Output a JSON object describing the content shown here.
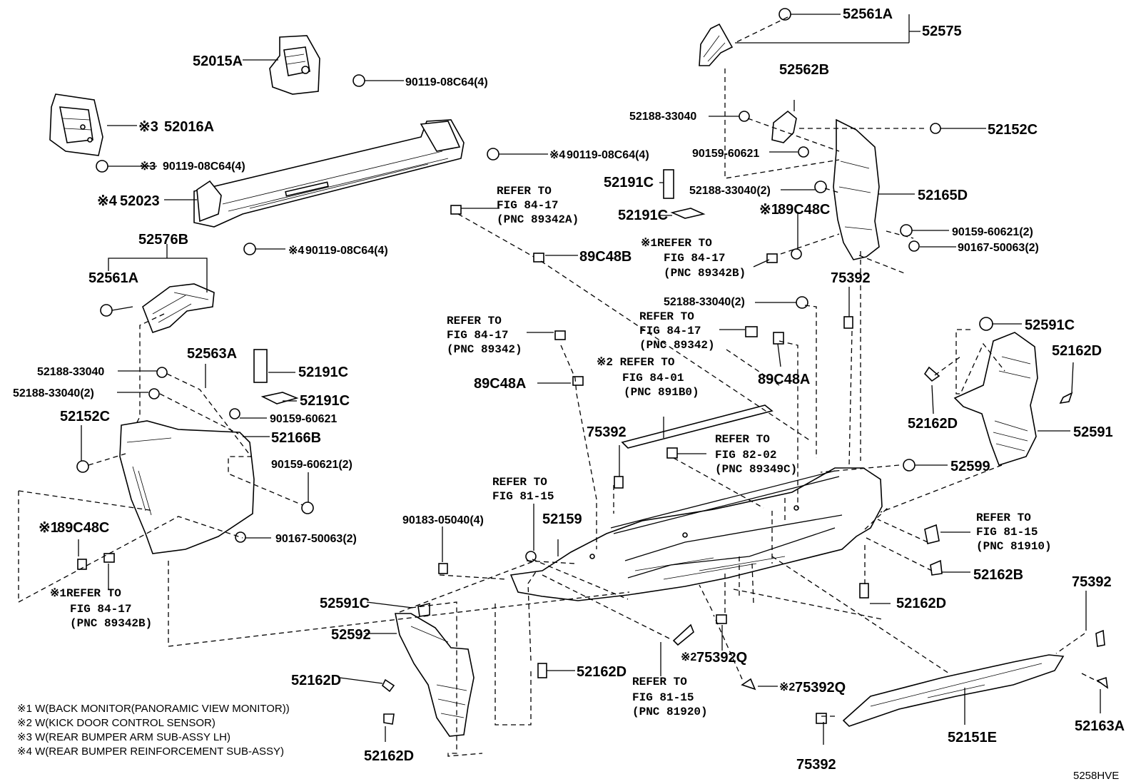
{
  "labels": {
    "p52561A_top": "52561A",
    "p52575": "52575",
    "p52015A": "52015A",
    "p9011908C64_a": "90119-08C64(4)",
    "p52562B": "52562B",
    "p52188_33040_a": "52188-33040",
    "p52152C_top": "52152C",
    "p52016A": "52016A",
    "m3_a": "※3",
    "p90159_60621_a": "90159-60621",
    "p9011908C64_b": "90119-08C64(4)",
    "m4_a": "※4",
    "p9011908C64_c": "90119-08C64(4)",
    "m3_b": "※3",
    "p52191C_a": "52191C",
    "p52188_33040_2a": "52188-33040(2)",
    "p52165D": "52165D",
    "p52023": "52023",
    "m4_b": "※4",
    "p52191C_b": "52191C",
    "p89C48C_top": "89C48C",
    "m1_a": "※1",
    "p90159_60621_2a": "90159-60621(2)",
    "p9011908C64_d": "90119-08C64(4)",
    "m4_c": "※4",
    "p90167_50063_2a": "90167-50063(2)",
    "p52576B": "52576B",
    "p89C48B": "89C48B",
    "p52561A_left": "52561A",
    "p75392_a": "75392",
    "p52188_33040_2b": "52188-33040(2)",
    "p52591C_right": "52591C",
    "p52162D_r1": "52162D",
    "p89C48A_right": "89C48A",
    "p52188_33040_b": "52188-33040",
    "p52563A": "52563A",
    "p52191C_c": "52191C",
    "p52188_33040_2c": "52188-33040(2)",
    "p52191C_d": "52191C",
    "p89C48A_left": "89C48A",
    "p90159_60621_b": "90159-60621",
    "p52152C_left": "52152C",
    "p52166B": "52166B",
    "p52162D_r2": "52162D",
    "p52591": "52591",
    "p75392_b": "75392",
    "p90159_60621_2b": "90159-60621(2)",
    "p52599": "52599",
    "p89C48C_left": "89C48C",
    "m1_b": "※1",
    "p90183_05040": "90183-05040(4)",
    "p52159": "52159",
    "p90167_50063_2b": "90167-50063(2)",
    "p52162B": "52162B",
    "p52162D_mid": "52162D",
    "p52591C_bottom": "52591C",
    "p75392_right": "75392",
    "p52592": "52592",
    "p75392Q_a": "75392Q",
    "m2_a": "※2",
    "p52162D_b1": "52162D",
    "p52162D_b2": "52162D",
    "p75392Q_b": "75392Q",
    "m2_b": "※2",
    "p52162D_b3": "52162D",
    "p52151E": "52151E",
    "p52163A": "52163A",
    "p75392_bottom": "75392",
    "diagram_code": "5258HVE"
  },
  "refs": {
    "r1": [
      "REFER TO",
      "FIG 84-17",
      "(PNC 89342A)"
    ],
    "r2": [
      "※1REFER TO",
      "FIG 84-17",
      "(PNC 89342B)"
    ],
    "r3": [
      "REFER TO",
      "FIG 84-17",
      "(PNC 89342)"
    ],
    "r4": [
      "REFER TO",
      "FIG 84-17",
      "(PNC 89342)"
    ],
    "r5": [
      "※2 REFER TO",
      "FIG 84-01",
      "(PNC 891B0)"
    ],
    "r6": [
      "REFER TO",
      "FIG 82-02",
      "(PNC 89349C)"
    ],
    "r7": [
      "REFER TO",
      "FIG 81-15"
    ],
    "r8": [
      "REFER TO",
      "FIG 81-15",
      "(PNC 81910)"
    ],
    "r9": [
      "※1REFER TO",
      "FIG 84-17",
      "(PNC 89342B)"
    ],
    "r10": [
      "REFER TO",
      "FIG 81-15",
      "(PNC 81920)"
    ]
  },
  "notes": [
    "※1 W(BACK MONITOR(PANORAMIC VIEW MONITOR))",
    "※2 W(KICK DOOR CONTROL SENSOR)",
    "※3 W(REAR BUMPER ARM SUB-ASSY LH)",
    "※4 W(REAR BUMPER REINFORCEMENT SUB-ASSY)"
  ]
}
